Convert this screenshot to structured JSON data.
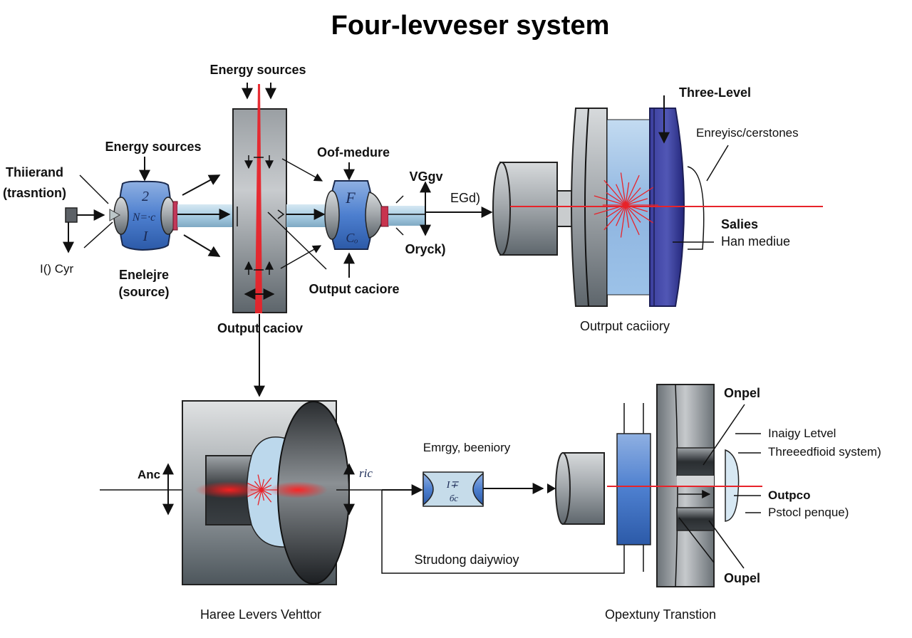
{
  "title": "Four-levveser system",
  "top_left_module": {
    "energy_sources_label": "Energy sources",
    "transition_label_line1": "Thiierand",
    "transition_label_line2": "(trasntion)",
    "input_label": "I() Cyr",
    "source_label_line1": "Enelejre",
    "source_label_line2": "(source)",
    "symbol_top": "2",
    "symbol_mid": "Ν=·c",
    "symbol_bottom": "I"
  },
  "center_column": {
    "energy_sources_label": "Energy sources",
    "output_label": "Output caciov"
  },
  "medium_module": {
    "medium_label": "Oof-medure",
    "output_label": "Output caciore",
    "symbol_top": "F",
    "symbol_bottom": "Cₒ",
    "vg_label": "VGgv",
    "oryck_label": "Oryck)",
    "egd_label": "EGd)"
  },
  "top_right_assembly": {
    "three_level_label": "Three-Level",
    "energy_label": "Enreyisc/cerstones",
    "salies_label": "Salies",
    "medium_label": "Han mediue",
    "output_label": "Outrput caciiory"
  },
  "bottom_left_assembly": {
    "left_label": "Anc",
    "right_label": "ric",
    "caption": "Haree Levers Vehttor"
  },
  "bottom_middle": {
    "energy_label": "Emrgy, beeniory",
    "symbol_top": "I∓",
    "symbol_bottom": "бс",
    "feedback_label": "Strudong daiywioy"
  },
  "bottom_right_assembly": {
    "top_label": "Onpel",
    "level_label": "Inaigy Letvel",
    "system_label": "Threeedfioid system)",
    "output_label": "Outpco",
    "pstocl_label": "Pstocl penque)",
    "bottom_label": "Oupel",
    "caption": "Opextuny Transtion"
  },
  "colors": {
    "laser_red": "#e8232a",
    "module_blue": "#3f6fc4",
    "dark_blue": "#2c2f8f",
    "beam_light_blue": "#b9d7ea",
    "steel_gray": "#8d9398"
  }
}
